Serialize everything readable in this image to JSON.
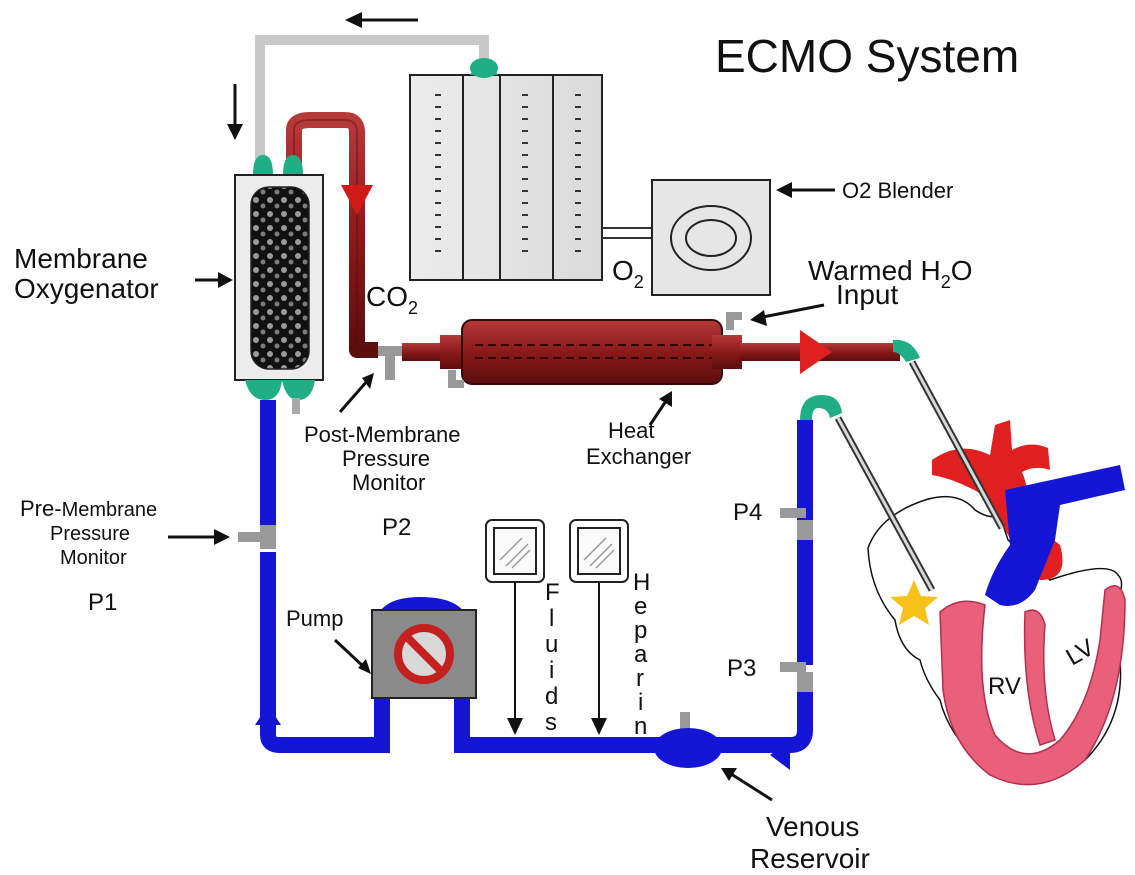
{
  "title": "ECMO System",
  "labels": {
    "membrane_oxygenator": [
      "Membrane",
      "Oxygenator"
    ],
    "o2_blender": "O2 Blender",
    "co2": "CO",
    "co2_sub": "2",
    "o2": "O",
    "o2_sub": "2",
    "warmed_h2o_input": [
      "Warmed H",
      "2",
      "O",
      "Input"
    ],
    "post_membrane_monitor": [
      "Post-Membrane",
      "Pressure",
      "Monitor"
    ],
    "heat_exchanger": [
      "Heat",
      "Exchanger"
    ],
    "pre_membrane_monitor": [
      "Pre-",
      "Membrane",
      "Pressure",
      "Monitor"
    ],
    "p1": "P1",
    "p2": "P2",
    "p3": "P3",
    "p4": "P4",
    "pump": "Pump",
    "fluids": [
      "F",
      "l",
      "u",
      "i",
      "d",
      "s"
    ],
    "heparin": [
      "H",
      "e",
      "p",
      "a",
      "r",
      "i",
      "n"
    ],
    "venous_reservoir": [
      "Venous",
      "Reservoir"
    ],
    "rv": "RV",
    "lv": "LV"
  },
  "colors": {
    "venous_blue": "#1515d6",
    "arterial_red": "#8b1a1a",
    "bright_red": "#e02020",
    "connector_green": "#1fae85",
    "gas_line_gray": "#c8c8c8",
    "heart_pink": "#e8607a",
    "star_yellow": "#f7c21a"
  }
}
